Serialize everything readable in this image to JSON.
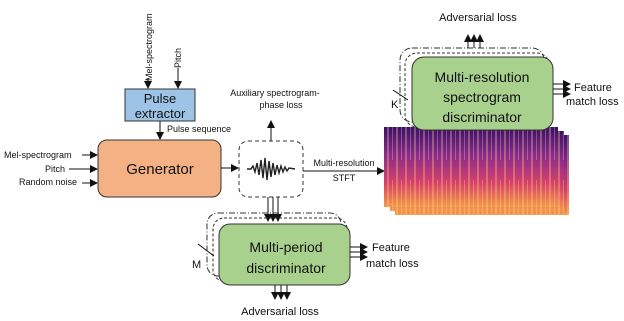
{
  "inputs_top": {
    "mel": "Mel-spectrogram",
    "pitch": "Pitch"
  },
  "pulse_extractor": {
    "line1": "Pulse",
    "line2": "extractor"
  },
  "pulse_sequence": "Pulse sequence",
  "generator": {
    "label": "Generator",
    "inputs": [
      "Mel-spectrogram",
      "Pitch",
      "Random noise"
    ]
  },
  "aux_loss": {
    "line1": "Auxiliary spectrogram-",
    "line2": "phase loss"
  },
  "stft": {
    "line1": "Multi-resolution",
    "line2": "STFT"
  },
  "mrsd": {
    "line1": "Multi-resolution",
    "line2": "spectrogram",
    "line3": "discriminator",
    "count": "K",
    "adversarial": "Adversarial loss",
    "feature_line1": "Feature",
    "feature_line2": "match loss"
  },
  "mpd": {
    "line1": "Multi-period",
    "line2": "discriminator",
    "count": "M",
    "adversarial": "Adversarial loss",
    "feature_line1": "Feature",
    "feature_line2": "match loss"
  },
  "colors": {
    "pulse_fill": "#9dc3e6",
    "generator_fill": "#f4b183",
    "discriminator_fill": "#a9d18e",
    "stroke": "#333333"
  }
}
